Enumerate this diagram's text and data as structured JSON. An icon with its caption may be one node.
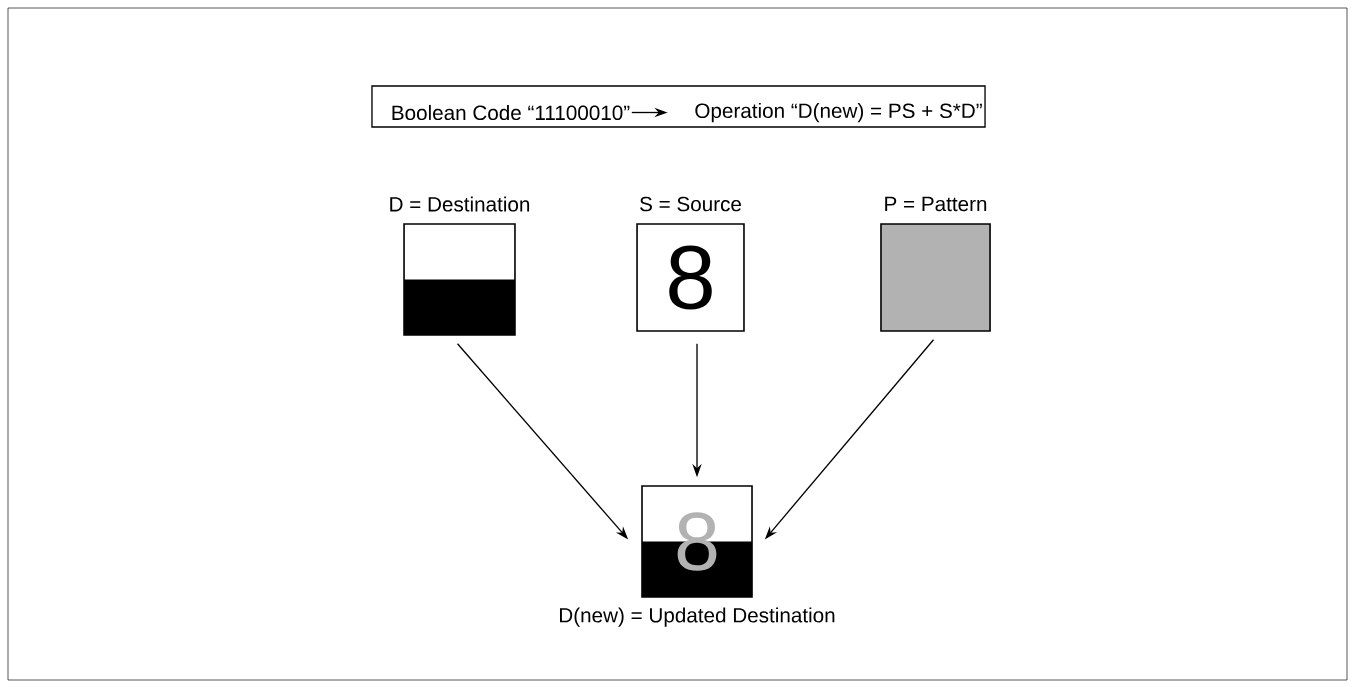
{
  "diagram": {
    "nodes": [
      {
        "text": [],
        "shape": "box"
      },
      {
        "text": [
          "Boolean Code “11100010”"
        ],
        "in": 0
      },
      {
        "text": [
          "Operation “D(new) = PS + S*D”"
        ],
        "in": 0
      },
      {
        "text": [
          "D = Destination"
        ]
      },
      {
        "text": [
          "S = Source",
          "8"
        ]
      },
      {
        "text": [
          "P = Pattern"
        ]
      },
      {
        "text": [
          "8",
          "D(new) = Updated Destination"
        ]
      }
    ],
    "edges": [
      {
        "from": 1,
        "to": 2,
        "arrow": "to"
      },
      {
        "from": 3,
        "to": 6,
        "arrow": "to"
      },
      {
        "from": 4,
        "to": 6,
        "arrow": "to"
      },
      {
        "from": 5,
        "to": 6,
        "arrow": "to"
      }
    ]
  }
}
